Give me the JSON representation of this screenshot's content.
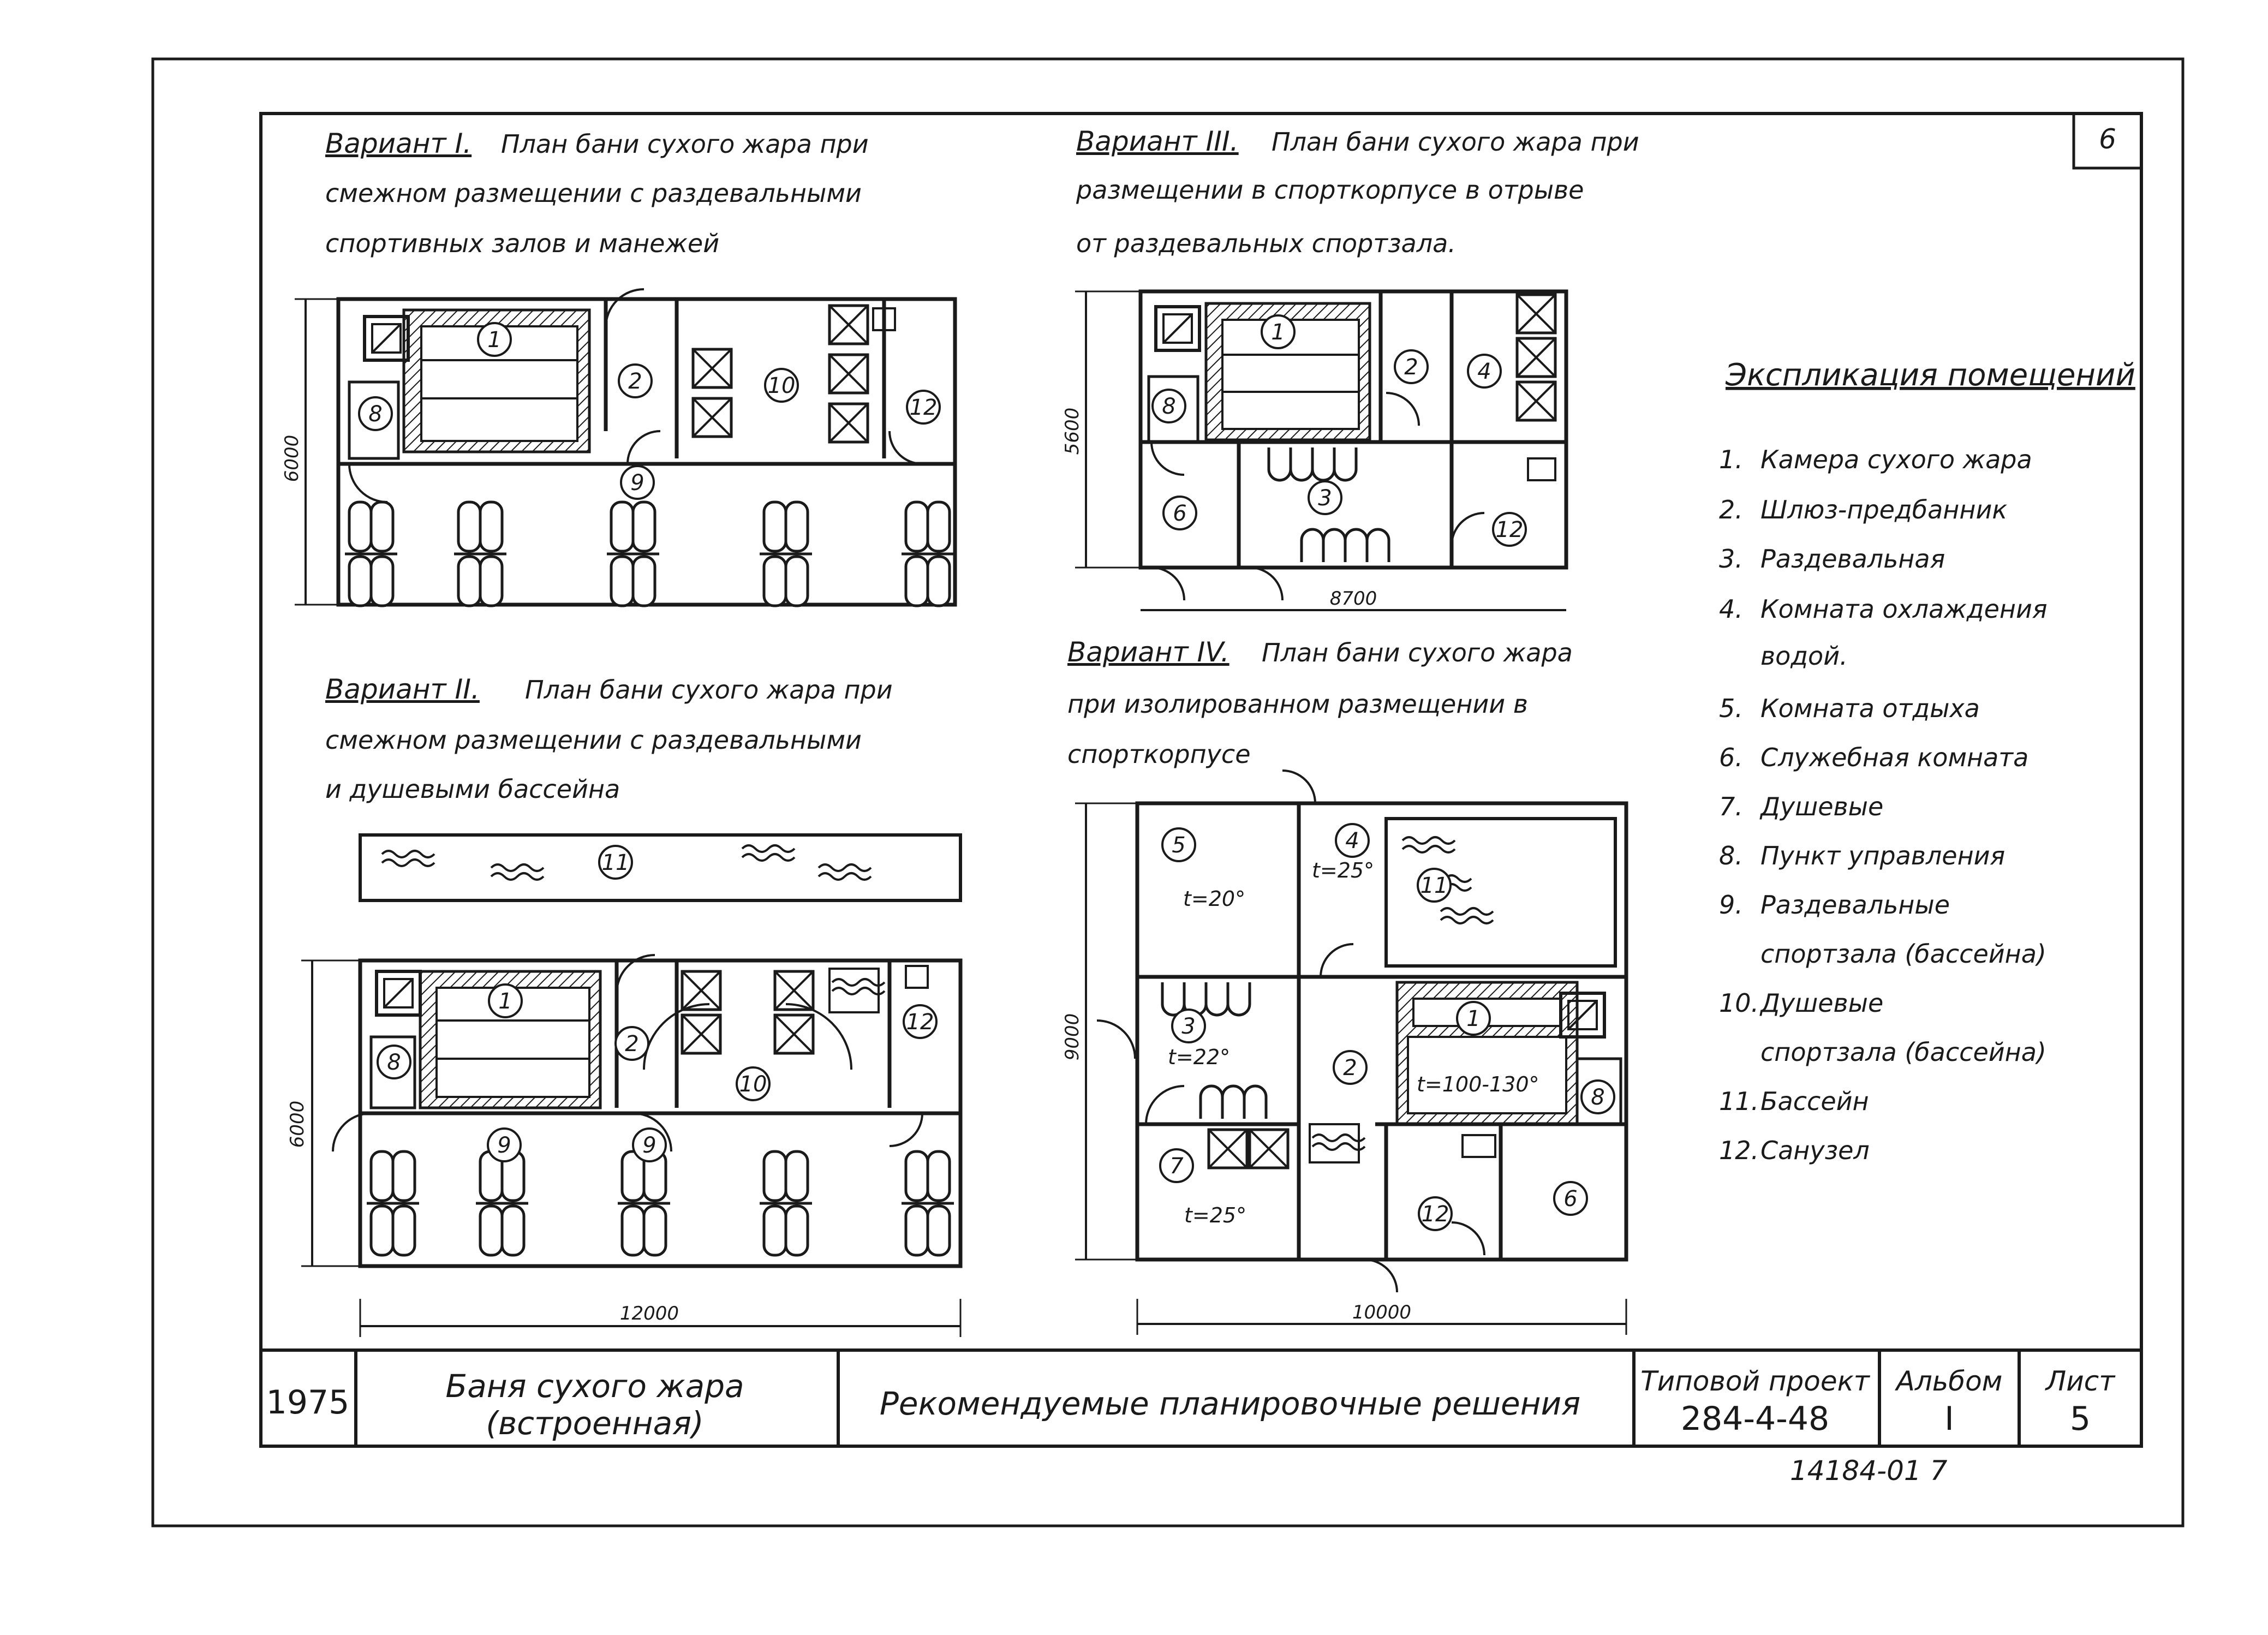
{
  "sheet_number": "6",
  "variants": [
    {
      "title": "Вариант I.",
      "lines": [
        "План бани сухого жара при",
        "смежном размещении с раздевальными",
        "спортивных залов и манежей"
      ],
      "dims": [
        "6000"
      ]
    },
    {
      "title": "Вариант II.",
      "lines": [
        "План бани сухого жара при",
        "смежном размещении с раздевальными",
        "и душевыми бассейна"
      ],
      "dims": [
        "6000",
        "12000"
      ]
    },
    {
      "title": "Вариант III.",
      "lines": [
        "План бани сухого жара при",
        "размещении в спорткорпусе в отрыве",
        "от раздевальных спортзала."
      ],
      "dims": [
        "5600",
        "8700"
      ]
    },
    {
      "title": "Вариант IV.",
      "lines": [
        "План бани сухого жара",
        "при изолированном размещении в",
        "спорткорпусе"
      ],
      "dims": [
        "9000",
        "10000"
      ]
    }
  ],
  "room_marks": [
    "1",
    "2",
    "3",
    "4",
    "5",
    "6",
    "7",
    "8",
    "9",
    "10",
    "11",
    "12"
  ],
  "temperatures": [
    "t=20°",
    "t=25°",
    "t=22°",
    "t=25°",
    "t=100-130°"
  ],
  "legend": {
    "title": "Экспликация помещений",
    "items": [
      {
        "n": "1.",
        "text": "Камера сухого жара"
      },
      {
        "n": "2.",
        "text": "Шлюз-предбанник"
      },
      {
        "n": "3.",
        "text": "Раздевальная"
      },
      {
        "n": "4.",
        "text": "Комната охлаждения"
      },
      {
        "n": "",
        "text": "водой."
      },
      {
        "n": "5.",
        "text": "Комната отдыха"
      },
      {
        "n": "6.",
        "text": "Служебная комната"
      },
      {
        "n": "7.",
        "text": "Душевые"
      },
      {
        "n": "8.",
        "text": "Пункт управления"
      },
      {
        "n": "9.",
        "text": "Раздевальные"
      },
      {
        "n": "",
        "text": "спортзала (бассейна)"
      },
      {
        "n": "10.",
        "text": "Душевые"
      },
      {
        "n": "",
        "text": "спортзала (бассейна)"
      },
      {
        "n": "11.",
        "text": "Бассейн"
      },
      {
        "n": "12.",
        "text": "Санузел"
      }
    ]
  },
  "title_block": {
    "year": "1975",
    "name_line1": "Баня сухого жара",
    "name_line2": "(встроенная)",
    "description": "Рекомендуемые планировочные решения",
    "project_label": "Типовой проект",
    "project_number": "284-4-48",
    "album_label": "Альбом",
    "album_value": "I",
    "sheet_label": "Лист",
    "sheet_value": "5"
  },
  "stamp": "14184-01 7"
}
